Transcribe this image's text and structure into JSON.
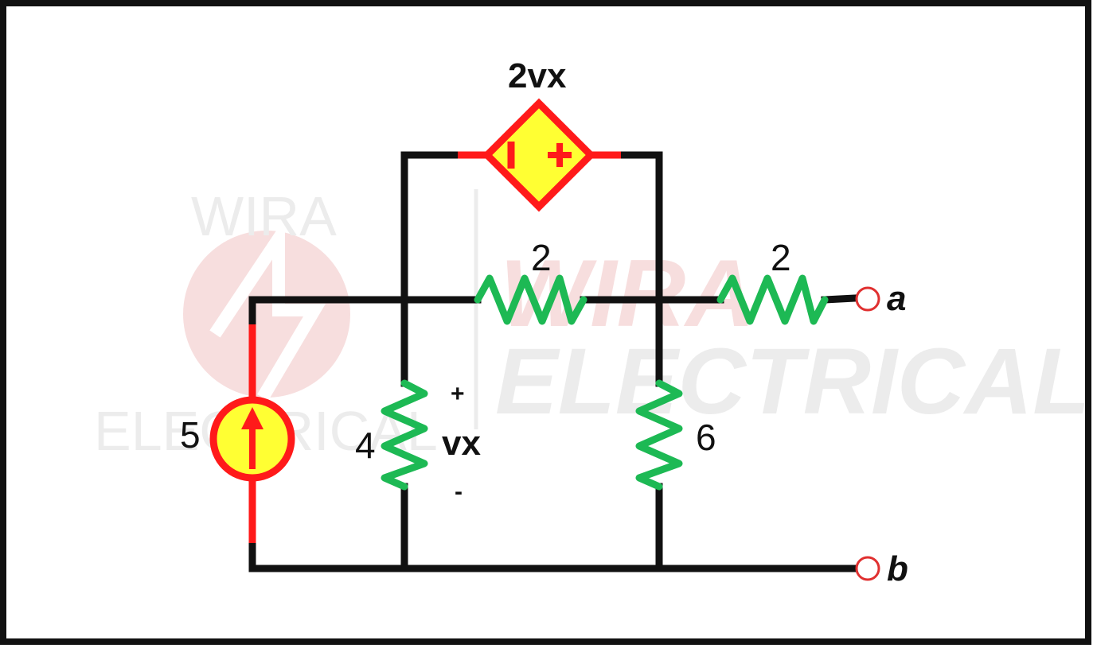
{
  "watermark": {
    "small_top": "WIRA",
    "small_bottom": "ELECTRICAL",
    "large_top": "WIRA",
    "large_bottom": "ELECTRICAL"
  },
  "labels": {
    "dependent_source": "2vx",
    "top_resistor": "2",
    "output_resistor": "2",
    "current_source": "5",
    "left_resistor": "4",
    "right_resistor": "6",
    "vx_plus": "+",
    "vx_label": "vx",
    "vx_minus": "-",
    "terminal_a": "a",
    "terminal_b": "b"
  },
  "colors": {
    "wire": "#111111",
    "source_wire": "#ff1a1a",
    "source_fill": "#ffff33",
    "resistor": "#1db954",
    "terminal": "#e03030",
    "terminal_text": "#2f5fb0",
    "watermark_red": "#f7dede",
    "watermark_gray": "#ececec"
  }
}
